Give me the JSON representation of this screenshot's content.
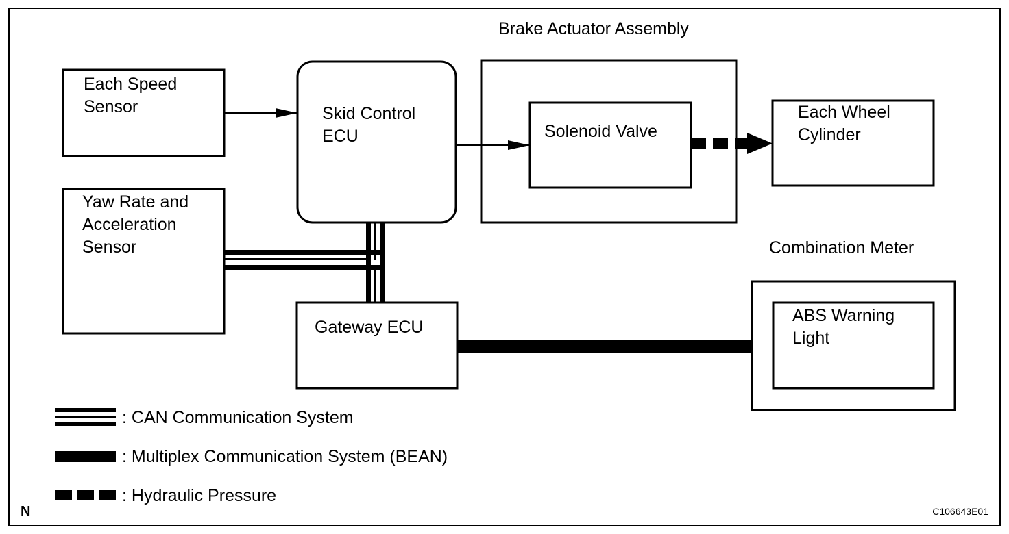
{
  "groups": {
    "brake_actuator": "Brake Actuator Assembly",
    "combination_meter": "Combination Meter"
  },
  "blocks": {
    "speed_sensor": [
      "Each Speed",
      "Sensor"
    ],
    "skid_ecu": [
      "Skid Control",
      "ECU"
    ],
    "solenoid_valve": [
      "Solenoid Valve"
    ],
    "wheel_cylinder": [
      "Each Wheel",
      "Cylinder"
    ],
    "yaw_sensor": [
      "Yaw Rate and",
      "Acceleration",
      "Sensor"
    ],
    "gateway_ecu": [
      "Gateway ECU"
    ],
    "abs_light": [
      "ABS Warning",
      "Light"
    ]
  },
  "legend": {
    "can": ": CAN Communication System",
    "bean": ": Multiplex Communication System (BEAN)",
    "hydraulic": ": Hydraulic Pressure"
  },
  "corner_mark": "N",
  "figure_code": "C106643E01"
}
